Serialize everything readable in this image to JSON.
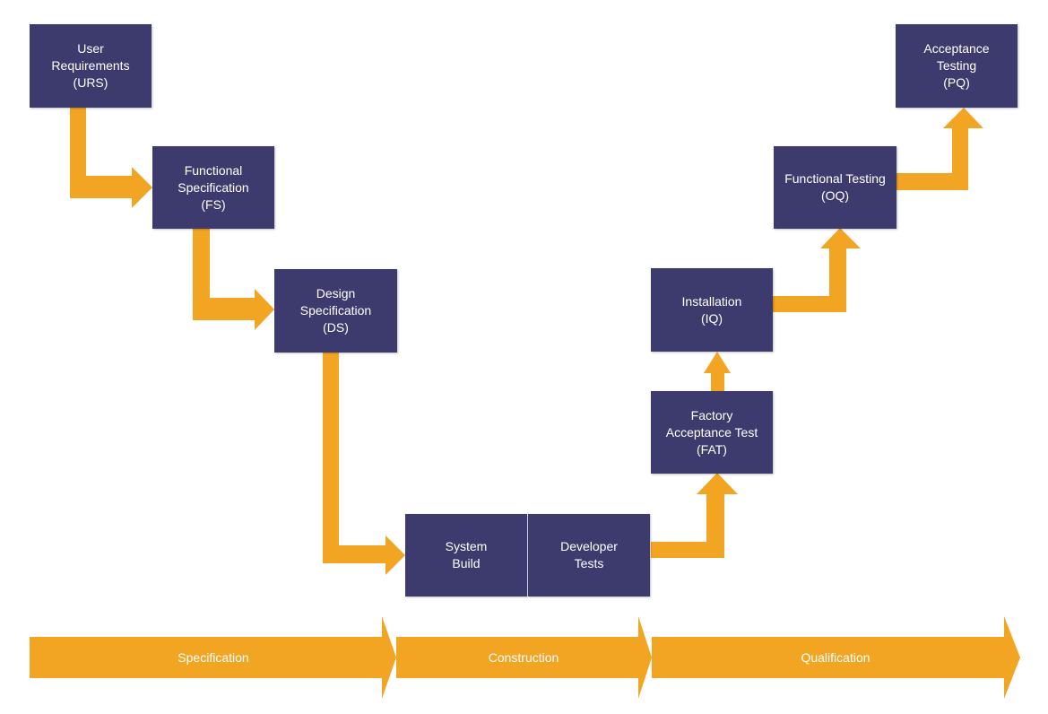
{
  "boxes": {
    "urs": {
      "lines": [
        "User",
        "Requirements",
        "(URS)"
      ]
    },
    "fs": {
      "lines": [
        "Functional",
        "Specification",
        "(FS)"
      ]
    },
    "ds": {
      "lines": [
        "Design",
        "Specification",
        "(DS)"
      ]
    },
    "system_build": {
      "lines": [
        "System",
        "Build"
      ]
    },
    "developer_tests": {
      "lines": [
        "Developer",
        "Tests"
      ]
    },
    "fat": {
      "lines": [
        "Factory",
        "Acceptance Test",
        "(FAT)"
      ]
    },
    "iq": {
      "lines": [
        "Installation",
        "(IQ)"
      ]
    },
    "oq": {
      "lines": [
        "Functional Testing",
        "(OQ)"
      ]
    },
    "pq": {
      "lines": [
        "Acceptance",
        "Testing",
        "(PQ)"
      ]
    }
  },
  "phases": {
    "specification": "Specification",
    "construction": "Construction",
    "qualification": "Qualification"
  },
  "colors": {
    "box": "#3d3b6e",
    "arrow": "#f2a522",
    "text": "#ffffff"
  }
}
